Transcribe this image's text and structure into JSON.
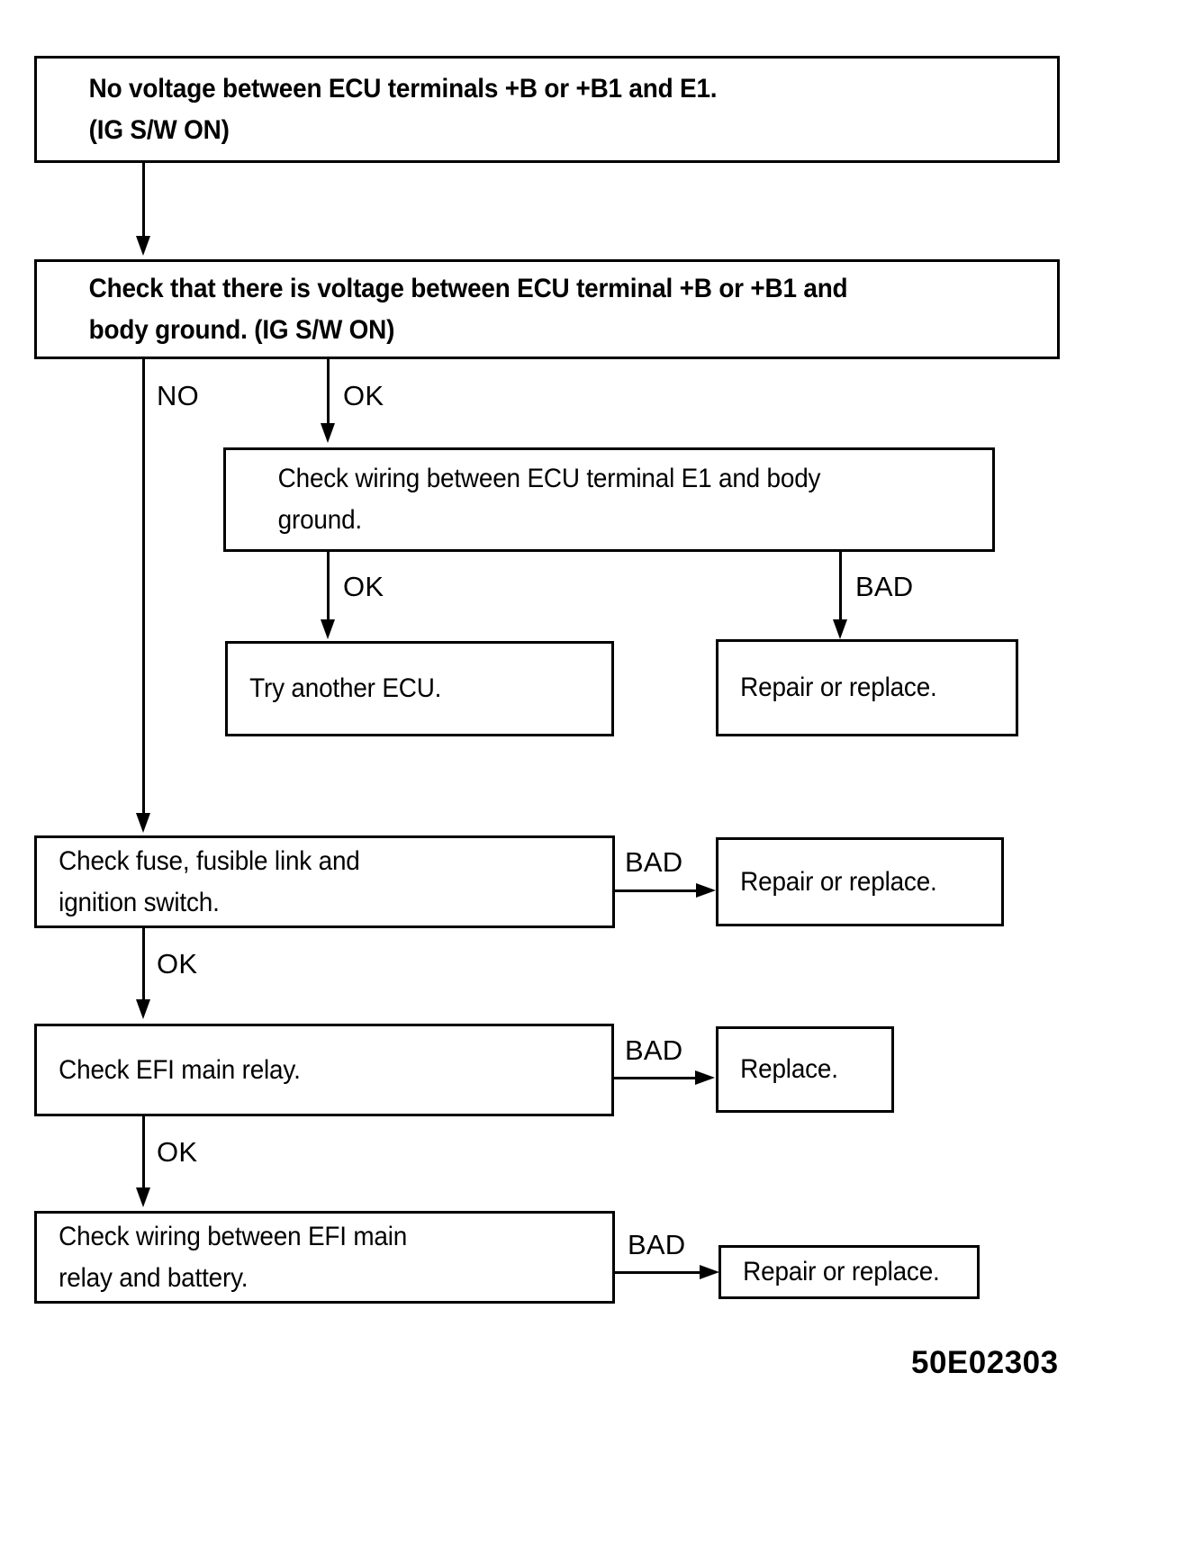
{
  "figure": {
    "code": "50E02303",
    "type": "troubleshooting-flowchart",
    "ink_color": "#000000",
    "background_color": "#ffffff"
  },
  "nodes": {
    "symptom": {
      "line1": "No voltage between ECU terminals +B or +B1 and E1.",
      "line2": "(IG S/W ON)"
    },
    "check_voltage_body_ground": {
      "line1": "Check that there is voltage between ECU terminal +B or +B1 and",
      "line2": "body ground.  (IG S/W ON)"
    },
    "check_wiring_e1": {
      "line1": "Check wiring between ECU terminal E1 and body",
      "line2": "ground."
    },
    "try_another_ecu": {
      "line1": "Try another ECU."
    },
    "repair_or_replace_e1": {
      "line1": "Repair or replace."
    },
    "check_fuse": {
      "line1": "Check fuse, fusible link and",
      "line2": "ignition switch."
    },
    "repair_or_replace_fuse": {
      "line1": "Repair or replace."
    },
    "check_efi_main_relay": {
      "line1": "Check EFI main relay."
    },
    "replace_relay": {
      "line1": "Replace."
    },
    "check_wiring_relay_battery": {
      "line1": "Check wiring between EFI main",
      "line2": "relay and battery."
    },
    "repair_or_replace_wiring": {
      "line1": "Repair or replace."
    }
  },
  "edges": {
    "no_1": "NO",
    "ok_1": "OK",
    "ok_2": "OK",
    "bad_1": "BAD",
    "bad_fuse": "BAD",
    "ok_fuse": "OK",
    "bad_relay": "BAD",
    "ok_relay": "OK",
    "bad_wiring": "BAD"
  }
}
